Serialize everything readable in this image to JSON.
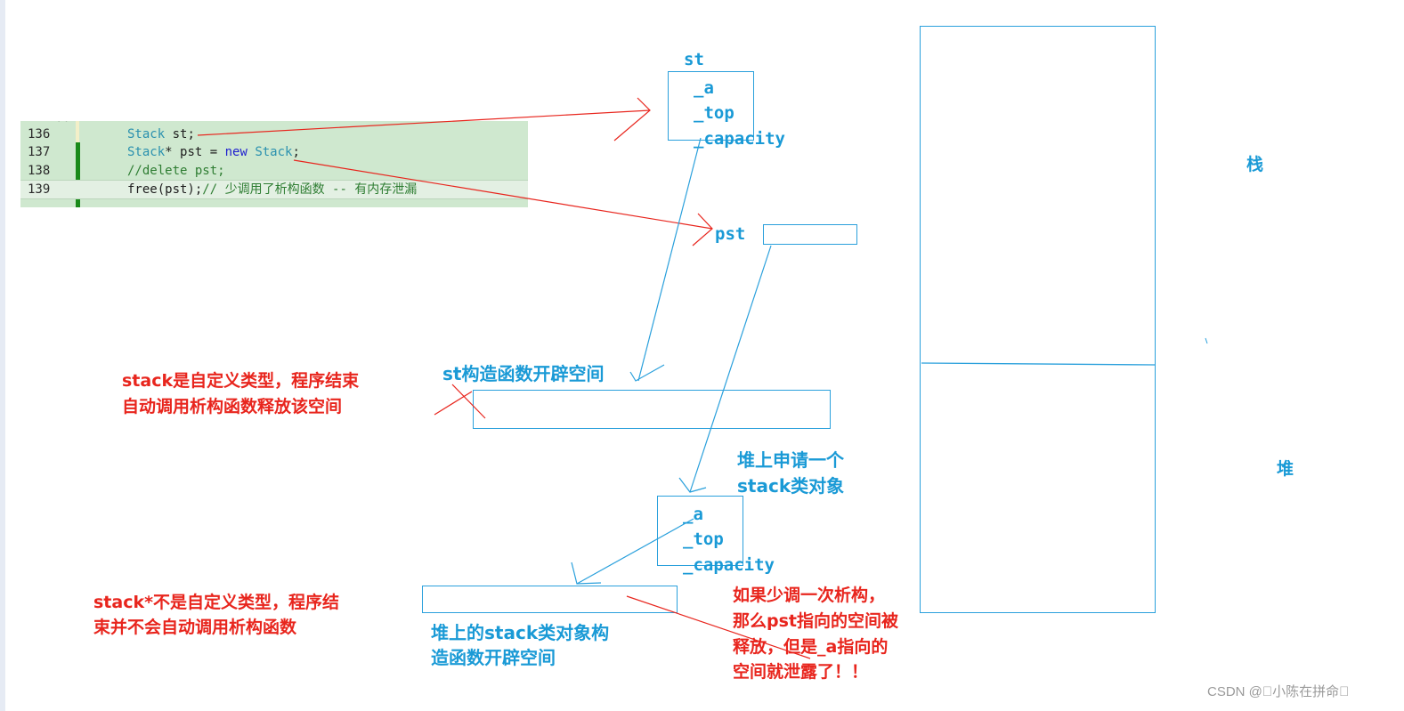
{
  "code": {
    "lines": [
      {
        "num": "136",
        "type": "Stack",
        "rest": " st;"
      },
      {
        "num": "137",
        "type": "Stack",
        "mid": "* pst = ",
        "kw": "new",
        "type2": " Stack",
        "rest": ";"
      },
      {
        "num": "138",
        "comment": "//delete pst;"
      },
      {
        "num": "139",
        "call": "free(pst);",
        "comment": "// 少调用了析构函数 -- 有内存泄漏"
      }
    ]
  },
  "labels": {
    "st": "st",
    "st_a": "_a",
    "st_top": "_top",
    "st_capacity": "_capacity",
    "pst": "pst",
    "stack_region": "栈",
    "heap_region": "堆",
    "st_ctor": "st构造函数开辟空间",
    "heap_alloc_1": "堆上申请一个",
    "heap_alloc_2": "stack类对象",
    "h_a": "_a",
    "h_top": "_top",
    "h_capacity": "_capacity",
    "heap_obj_ctor_1": "堆上的stack类对象构",
    "heap_obj_ctor_2": "造函数开辟空间"
  },
  "notes": {
    "note1_line1": "stack是自定义类型，程序结束",
    "note1_line2": "自动调用析构函数释放该空间",
    "note2_line1": "stack*不是自定义类型，程序结",
    "note2_line2": "束并不会自动调用析构函数",
    "note3_line1": "如果少调一次析构，",
    "note3_line2": "那么pst指向的空间被",
    "note3_line3": "释放，但是_a指向的",
    "note3_line4": "空间就泄露了！！"
  },
  "watermark": "CSDN @\u0000小陈在拼命\u0000",
  "colors": {
    "blue": "#1a9ad6",
    "red": "#e8251d",
    "code_bg": "#cfe8cf"
  }
}
